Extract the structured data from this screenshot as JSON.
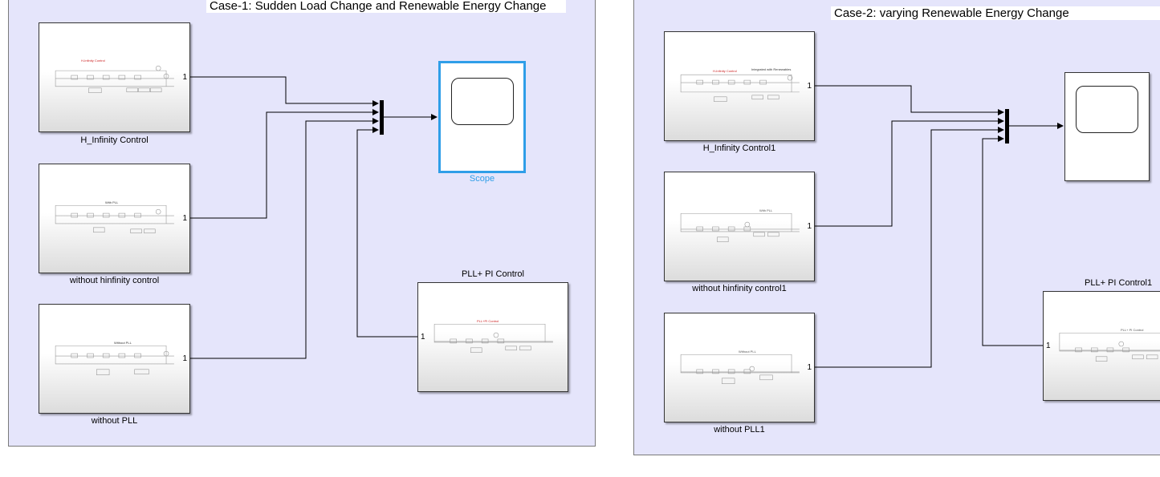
{
  "subsystem1": {
    "title": "Case-1: Sudden Load Change and Renewable Energy Change",
    "blocks": {
      "hinf": {
        "label": "H_Infinity Control",
        "port": "1",
        "thumb_title": "H-Infinity Control",
        "thumb_color": "#cc2222"
      },
      "nohinf": {
        "label": "without hinfinity control",
        "port": "1",
        "thumb_title": "With PLL",
        "thumb_color": "#333333"
      },
      "nopll": {
        "label": "without PLL",
        "port": "1",
        "thumb_title": "Without PLL",
        "thumb_color": "#333333"
      },
      "pllpi": {
        "label_top": "PLL+ PI Control",
        "port": "1",
        "thumb_title": "PLL+PI Control",
        "thumb_color": "#cc2222"
      }
    },
    "scope_label": "Scope",
    "scope_selected": true
  },
  "subsystem2": {
    "title": "Case-2: varying Renewable Energy Change",
    "blocks": {
      "hinf": {
        "label": "H_Infinity Control1",
        "port": "1",
        "thumb_title": "H-Infinity Control",
        "thumb_title2": "Integrated with Renewables",
        "thumb_color": "#cc2222"
      },
      "nohinf": {
        "label": "without hinfinity control1",
        "port": "1",
        "thumb_title": "With PLL",
        "thumb_color": "#555555"
      },
      "nopll": {
        "label": "without PLL1",
        "port": "1",
        "thumb_title": "Without PLL",
        "thumb_color": "#555555"
      },
      "pllpi": {
        "label_top": "PLL+ PI Control1",
        "port": "1",
        "thumb_title": "PLL+ PI Control",
        "thumb_color": "#555555"
      }
    }
  },
  "colors": {
    "canvas_bg": "#e5e5fb",
    "selection": "#2f9ee8",
    "wire": "#000000"
  }
}
